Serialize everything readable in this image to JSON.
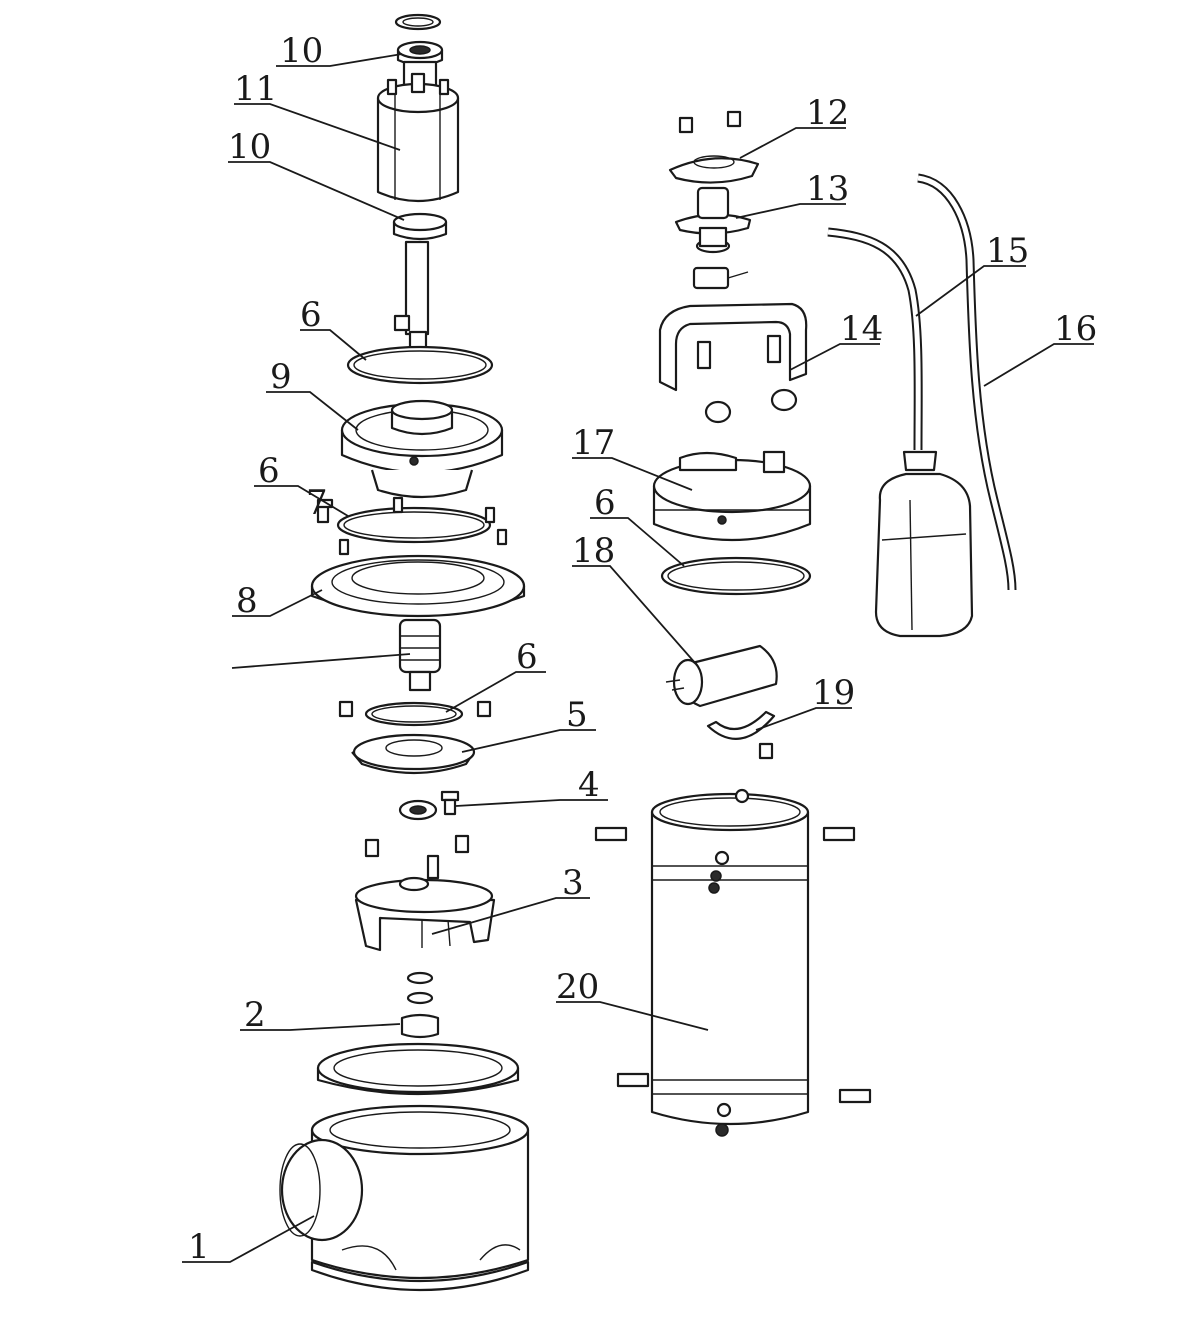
{
  "callouts": [
    {
      "key": "c10a",
      "label": "10"
    },
    {
      "key": "c11",
      "label": "11"
    },
    {
      "key": "c10b",
      "label": "10"
    },
    {
      "key": "c6a",
      "label": "6"
    },
    {
      "key": "c9",
      "label": "9"
    },
    {
      "key": "c6b",
      "label": "6"
    },
    {
      "key": "c7",
      "label": "7"
    },
    {
      "key": "c8",
      "label": "8"
    },
    {
      "key": "c6c",
      "label": "6"
    },
    {
      "key": "c5",
      "label": "5"
    },
    {
      "key": "c4",
      "label": "4"
    },
    {
      "key": "c3",
      "label": "3"
    },
    {
      "key": "c2",
      "label": "2"
    },
    {
      "key": "c1",
      "label": "1"
    },
    {
      "key": "c12",
      "label": "12"
    },
    {
      "key": "c13",
      "label": "13"
    },
    {
      "key": "c15",
      "label": "15"
    },
    {
      "key": "c14",
      "label": "14"
    },
    {
      "key": "c16",
      "label": "16"
    },
    {
      "key": "c17",
      "label": "17"
    },
    {
      "key": "c6d",
      "label": "6"
    },
    {
      "key": "c18",
      "label": "18"
    },
    {
      "key": "c19",
      "label": "19"
    },
    {
      "key": "c20",
      "label": "20"
    }
  ]
}
